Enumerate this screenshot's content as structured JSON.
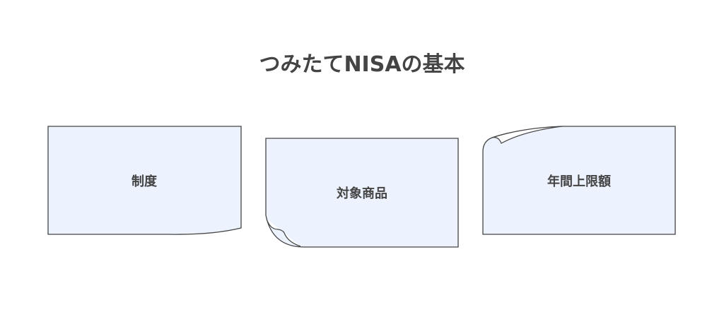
{
  "title": "つみたてNISAの基本",
  "cards": [
    {
      "label": "制度"
    },
    {
      "label": "対象商品"
    },
    {
      "label": "年間上限額"
    }
  ],
  "colors": {
    "fill": "#ECF2FE",
    "stroke": "#444444",
    "text": "#444444"
  }
}
